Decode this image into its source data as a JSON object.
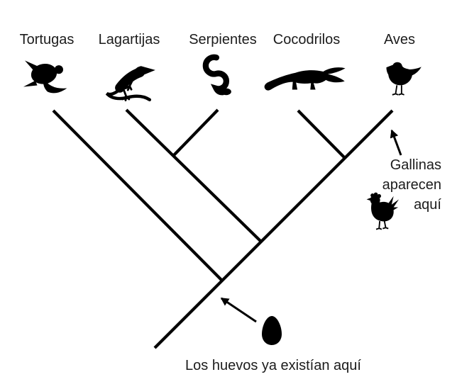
{
  "colors": {
    "background": "#ffffff",
    "ink": "#000000",
    "text": "#1c1c1c"
  },
  "taxa": [
    {
      "label": "Tortugas",
      "icon": "sea-turtle-icon"
    },
    {
      "label": "Lagartijas",
      "icon": "lizard-icon"
    },
    {
      "label": "Serpientes",
      "icon": "snake-icon"
    },
    {
      "label": "Cocodrilos",
      "icon": "crocodile-icon"
    },
    {
      "label": "Aves",
      "icon": "bird-icon"
    }
  ],
  "annotations": {
    "gallinas": {
      "lines": [
        "Gallinas",
        "aparecen",
        "aquí"
      ],
      "icon": "hen-icon"
    },
    "huevos": {
      "text": "Los huevos ya existían aquí",
      "icon": "egg-icon"
    }
  }
}
